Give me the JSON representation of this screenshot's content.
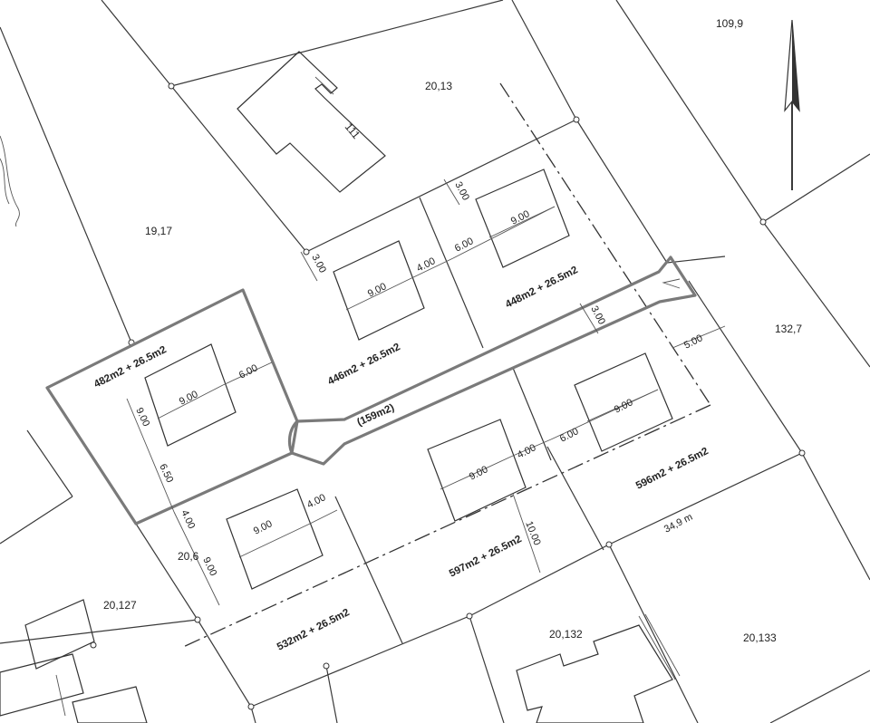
{
  "parcels": {
    "p_109_9": "109,9",
    "p_20_13": "20,13",
    "p_19_17": "19,17",
    "p_132_7": "132,7",
    "p_20_6": "20,6",
    "p_20_127": "20,127",
    "p_20_132": "20,132",
    "p_20_133": "20,133"
  },
  "building_111": "111",
  "plots": {
    "plot1": "482m2 + 26.5m2",
    "plot2": "446m2 + 26.5m2",
    "plot3": "448m2 + 26.5m2",
    "plot4": "596m2 + 26.5m2",
    "plot5": "597m2 + 26.5m2",
    "plot6": "532m2 + 26.5m2",
    "road": "(159m2)"
  },
  "dims": {
    "house_width": "9.00",
    "gap_600": "6.00",
    "gap_400": "4.00",
    "setback_300": "3.00",
    "side_650": "6.50",
    "side_900": "9.00",
    "front_500": "5.00",
    "depth_1000": "10.00",
    "frontage": "34,9 m"
  },
  "north_arrow": "north-arrow"
}
